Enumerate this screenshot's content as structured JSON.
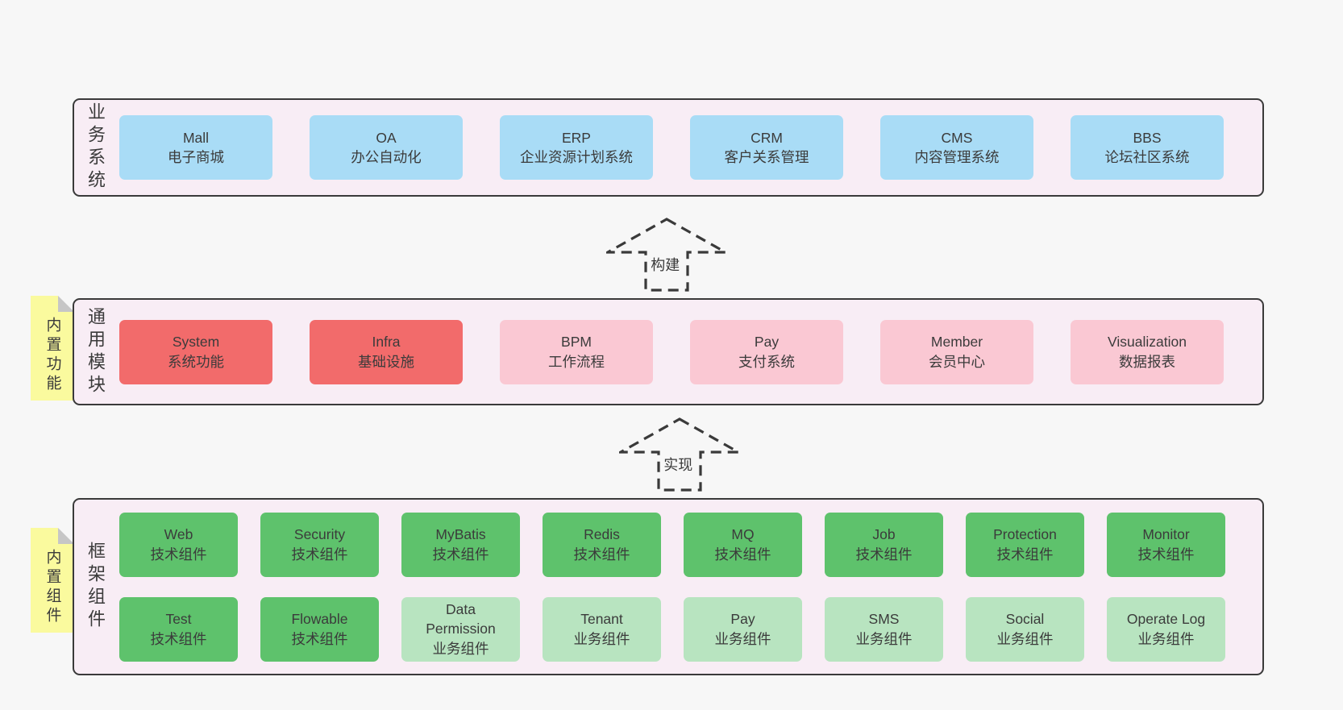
{
  "colors": {
    "background": "#f7f7f7",
    "band_fill": "#f8edf5",
    "band_border": "#3a3a3a",
    "blue_box": "#a9dcf6",
    "red_box": "#f26b6b",
    "pink_box": "#fac8d3",
    "green_box": "#5ec26c",
    "light_green_box": "#b8e4c0",
    "sticky_yellow": "#fafa9e",
    "text": "#3b3b3b"
  },
  "arrows": {
    "build": {
      "label": "构建"
    },
    "implement": {
      "label": "实现"
    }
  },
  "bands": {
    "business": {
      "label": "业务系统",
      "boxes": [
        {
          "name": "Mall",
          "desc": "电子商城",
          "variant": "blue"
        },
        {
          "name": "OA",
          "desc": "办公自动化",
          "variant": "blue"
        },
        {
          "name": "ERP",
          "desc": "企业资源计划系统",
          "variant": "blue"
        },
        {
          "name": "CRM",
          "desc": "客户关系管理",
          "variant": "blue"
        },
        {
          "name": "CMS",
          "desc": "内容管理系统",
          "variant": "blue"
        },
        {
          "name": "BBS",
          "desc": "论坛社区系统",
          "variant": "blue"
        }
      ]
    },
    "modules": {
      "tag": "内置功能",
      "label": "通用模块",
      "boxes": [
        {
          "name": "System",
          "desc": "系统功能",
          "variant": "red"
        },
        {
          "name": "Infra",
          "desc": "基础设施",
          "variant": "red"
        },
        {
          "name": "BPM",
          "desc": "工作流程",
          "variant": "pink"
        },
        {
          "name": "Pay",
          "desc": "支付系统",
          "variant": "pink"
        },
        {
          "name": "Member",
          "desc": "会员中心",
          "variant": "pink"
        },
        {
          "name": "Visualization",
          "desc": "数据报表",
          "variant": "pink"
        }
      ]
    },
    "components": {
      "tag": "内置组件",
      "label": "框架组件",
      "rows": [
        [
          {
            "name": "Web",
            "desc": "技术组件",
            "variant": "green"
          },
          {
            "name": "Security",
            "desc": "技术组件",
            "variant": "green"
          },
          {
            "name": "MyBatis",
            "desc": "技术组件",
            "variant": "green"
          },
          {
            "name": "Redis",
            "desc": "技术组件",
            "variant": "green"
          },
          {
            "name": "MQ",
            "desc": "技术组件",
            "variant": "green"
          },
          {
            "name": "Job",
            "desc": "技术组件",
            "variant": "green"
          },
          {
            "name": "Protection",
            "desc": "技术组件",
            "variant": "green"
          },
          {
            "name": "Monitor",
            "desc": "技术组件",
            "variant": "green"
          }
        ],
        [
          {
            "name": "Test",
            "desc": "技术组件",
            "variant": "green"
          },
          {
            "name": "Flowable",
            "desc": "技术组件",
            "variant": "green"
          },
          {
            "name": "Data Permission",
            "desc": "业务组件",
            "variant": "lightgreen"
          },
          {
            "name": "Tenant",
            "desc": "业务组件",
            "variant": "lightgreen"
          },
          {
            "name": "Pay",
            "desc": "业务组件",
            "variant": "lightgreen"
          },
          {
            "name": "SMS",
            "desc": "业务组件",
            "variant": "lightgreen"
          },
          {
            "name": "Social",
            "desc": "业务组件",
            "variant": "lightgreen"
          },
          {
            "name": "Operate Log",
            "desc": "业务组件",
            "variant": "lightgreen"
          }
        ]
      ]
    }
  }
}
